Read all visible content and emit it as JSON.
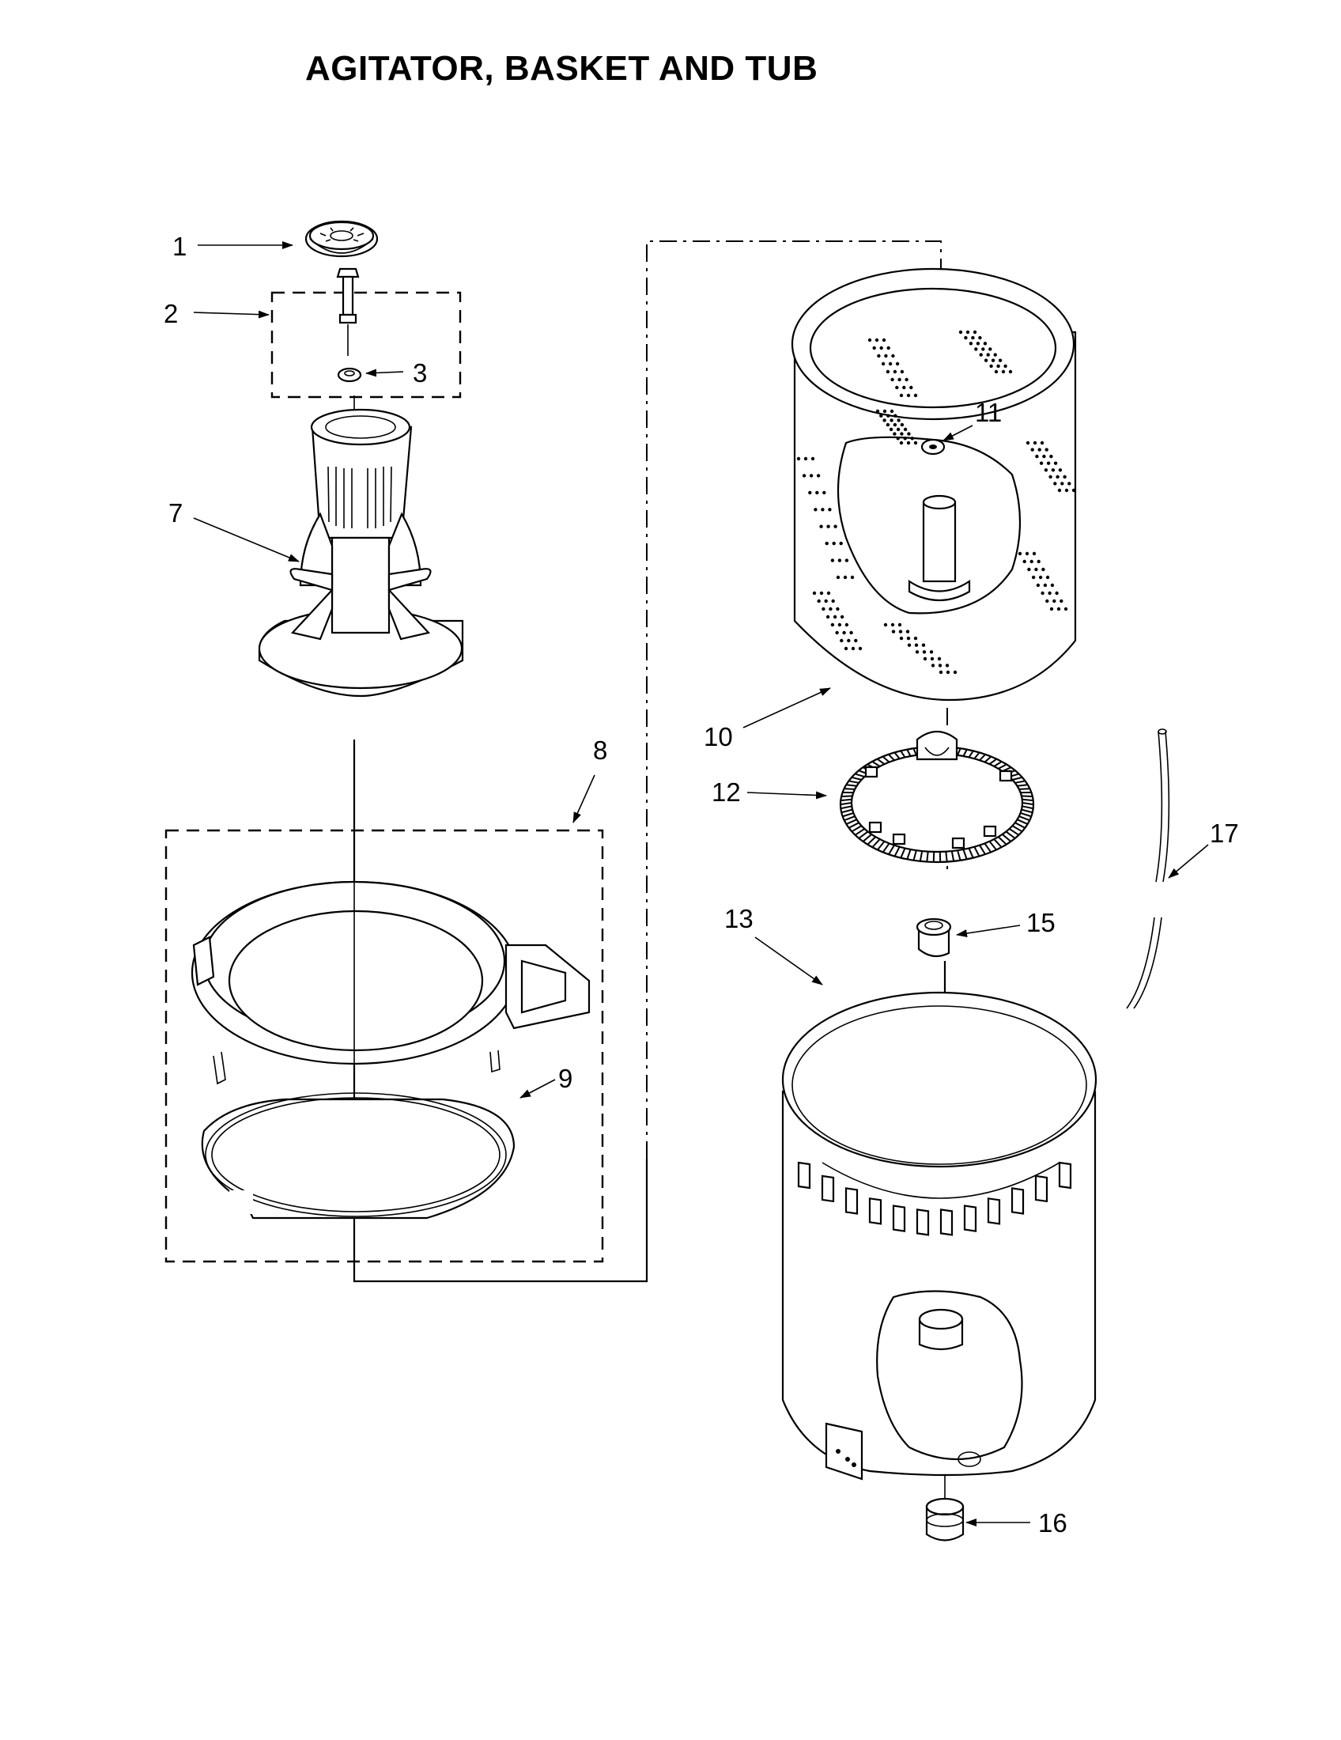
{
  "title": "AGITATOR, BASKET AND TUB",
  "callouts": {
    "c1": "1",
    "c2": "2",
    "c3": "3",
    "c7": "7",
    "c8": "8",
    "c9": "9",
    "c10": "10",
    "c11": "11",
    "c12": "12",
    "c13": "13",
    "c15": "15",
    "c16": "16",
    "c17": "17"
  },
  "parts": [
    {
      "ref": "1",
      "icon": "agitator-cap-icon"
    },
    {
      "ref": "2",
      "icon": "bolt-kit-icon"
    },
    {
      "ref": "3",
      "icon": "washer-icon"
    },
    {
      "ref": "7",
      "icon": "agitator-icon"
    },
    {
      "ref": "8",
      "icon": "tub-ring-assembly-icon"
    },
    {
      "ref": "9",
      "icon": "seal-ring-icon"
    },
    {
      "ref": "10",
      "icon": "basket-icon"
    },
    {
      "ref": "11",
      "icon": "nut-icon"
    },
    {
      "ref": "12",
      "icon": "drive-block-icon"
    },
    {
      "ref": "13",
      "icon": "tub-icon"
    },
    {
      "ref": "15",
      "icon": "hub-icon"
    },
    {
      "ref": "16",
      "icon": "drain-fitting-icon"
    },
    {
      "ref": "17",
      "icon": "hose-icon"
    }
  ]
}
